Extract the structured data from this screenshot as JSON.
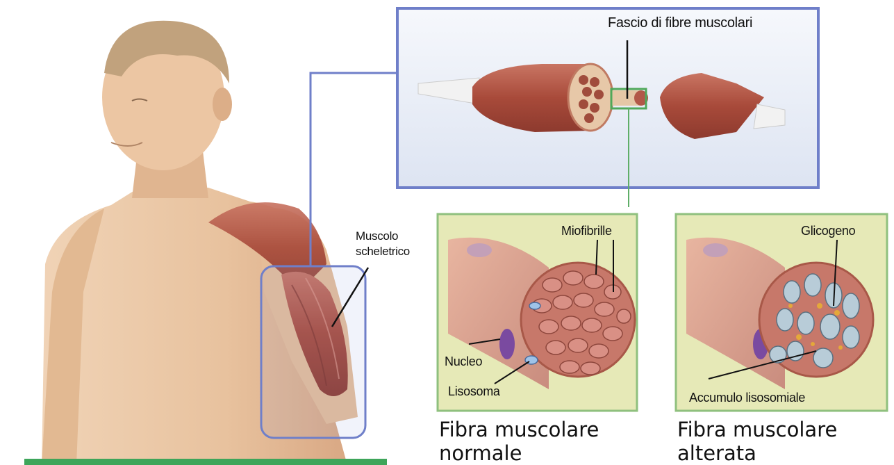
{
  "labels": {
    "fascicle": "Fascio di fibre muscolari",
    "muscle_line1": "Muscolo",
    "muscle_line2": "scheletrico",
    "myofibrils": "Miofibrille",
    "nucleus": "Nucleo",
    "lysosome": "Lisosoma",
    "glycogen": "Glicogeno",
    "accumulation": "Accumulo lisosomiale"
  },
  "captions": {
    "normal_line1": "Fibra muscolare",
    "normal_line2": "normale",
    "altered_line1": "Fibra muscolare",
    "altered_line2": "alterata"
  },
  "colors": {
    "skin": "#e8c29e",
    "muscle": "#b85a48",
    "panel_fill": "#e6e9b7",
    "panel_border": "#8fc07e",
    "frame_blue": "#6f7fc9",
    "green_bar": "#3ea55a"
  }
}
